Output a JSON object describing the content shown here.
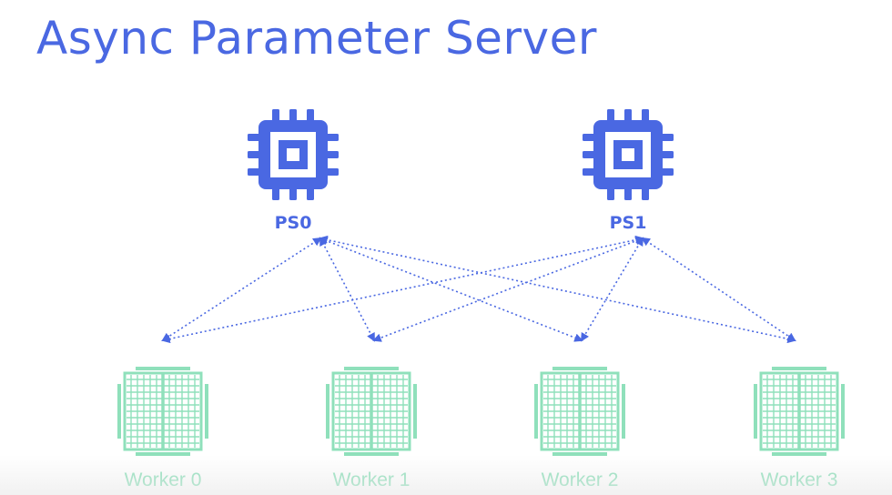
{
  "title": "Async Parameter Server",
  "colors": {
    "title": "#4a68e2",
    "server": "#4a68e2",
    "link": "#4a68e2",
    "worker": "#8fe0bb",
    "worker_label": "#8fe0bb"
  },
  "servers": [
    {
      "label": "PS0",
      "icon": "cpu-chip-icon"
    },
    {
      "label": "PS1",
      "icon": "cpu-chip-icon"
    }
  ],
  "workers": [
    {
      "label": "Worker 0",
      "icon": "tpu-chip-icon"
    },
    {
      "label": "Worker 1",
      "icon": "tpu-chip-icon"
    },
    {
      "label": "Worker 2",
      "icon": "tpu-chip-icon"
    },
    {
      "label": "Worker 3",
      "icon": "tpu-chip-icon"
    }
  ],
  "connections": [
    {
      "from": "PS0",
      "to": "Worker 0"
    },
    {
      "from": "PS0",
      "to": "Worker 1"
    },
    {
      "from": "PS0",
      "to": "Worker 2"
    },
    {
      "from": "PS0",
      "to": "Worker 3"
    },
    {
      "from": "PS1",
      "to": "Worker 0"
    },
    {
      "from": "PS1",
      "to": "Worker 1"
    },
    {
      "from": "PS1",
      "to": "Worker 2"
    },
    {
      "from": "PS1",
      "to": "Worker 3"
    }
  ]
}
